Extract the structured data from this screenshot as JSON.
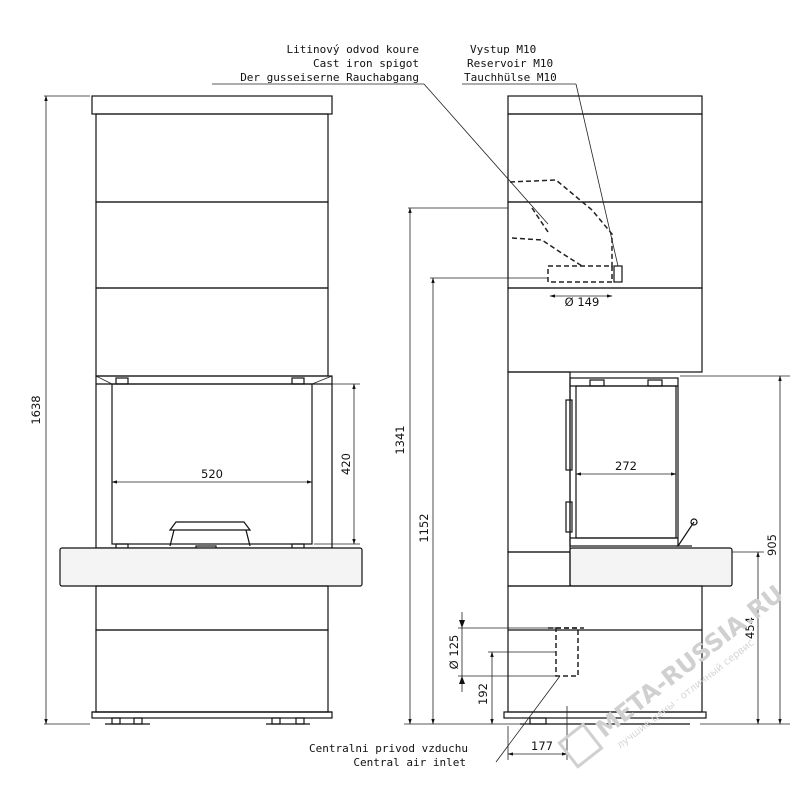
{
  "labels": {
    "spigot": [
      "Litinový odvod koure",
      "Cast iron spigot",
      "Der gusseiserne Rauchabgang"
    ],
    "reservoir": [
      "Vystup M10",
      "Reservoir M10",
      "Tauchhülse M10"
    ],
    "air_inlet": [
      "Centralni privod vzduchu",
      "Central air inlet"
    ]
  },
  "dimensions": {
    "total_height": "1638",
    "opening_width": "520",
    "opening_height": "420",
    "spigot_height": "1341",
    "axis_height": "1152",
    "diameter_flue": "Ø 149",
    "side_depth": "272",
    "side_height": "905",
    "diameter_air": "Ø 125",
    "air_height": "192",
    "air_offset": "177",
    "base_height": "454"
  },
  "watermark": {
    "brand": "META-RUSSIA.RU",
    "tagline": "лучшие цены · отличный сервис"
  },
  "colors": {
    "line": "#111111",
    "watermark": "#d0d0d0",
    "background": "#ffffff"
  }
}
